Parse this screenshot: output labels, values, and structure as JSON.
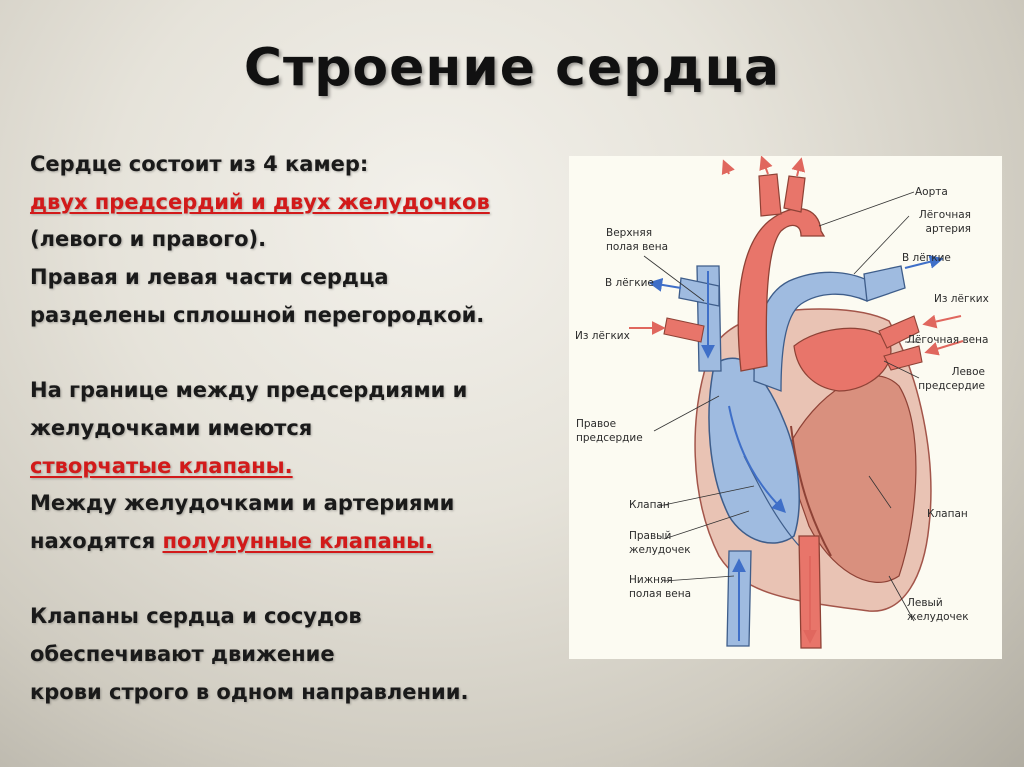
{
  "slide": {
    "title": "Строение сердца",
    "text": {
      "l1": "Сердце состоит из 4 камер:",
      "l2": "двух предсердий и двух желудочков",
      "l3": "(левого и правого).",
      "l4": "Правая и левая части сердца",
      "l5": "разделены сплошной перегородкой.",
      "l6": "На границе между предсердиями и",
      "l7": "желудочками имеются",
      "l8": "створчатые клапаны.",
      "l9": "Между желудочками и артериями",
      "l10a": "находятся ",
      "l10b": "полулунные  клапаны.",
      "l11": "Клапаны сердца и сосудов",
      "l12": "обеспечивают  движение",
      "l13": "крови строго в одном направлении."
    },
    "highlight_color": "#d21a1a"
  },
  "diagram": {
    "labels": {
      "aorta": "Аорта",
      "pulm_artery": "Лёгочная\nартерия",
      "to_lungs_right": "В лёгкие",
      "from_lungs_right": "Из лёгких",
      "pulm_vein": "Лёгочная вена",
      "left_atrium": "Левое\nпредсердие",
      "valve_right": "Клапан",
      "left_ventricle": "Левый\nжелудочек",
      "sup_vena_cava": "Верхняя\nполая вена",
      "to_lungs_left": "В лёгкие",
      "from_lungs_left": "Из лёгких",
      "right_atrium": "Правое\nпредсердие",
      "valve_left": "Клапан",
      "right_ventricle": "Правый\nжелудочек",
      "inf_vena_cava": "Нижняя\nполая вена"
    },
    "colors": {
      "arterial": "#e8756a",
      "venous": "#9fbbe0",
      "muscle": "#e9c3b4",
      "arrow_red": "#e0675e",
      "arrow_blue": "#3f6fc8"
    }
  }
}
